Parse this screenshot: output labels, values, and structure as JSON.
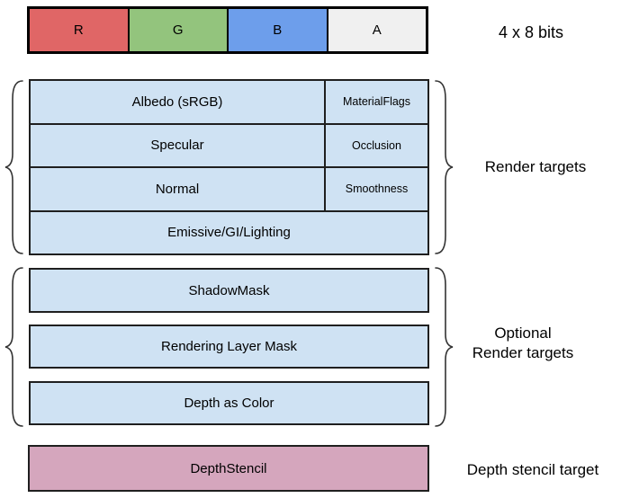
{
  "colors": {
    "red_channel": "#E06666",
    "green_channel": "#93C47D",
    "blue_channel": "#6D9EEB",
    "alpha_channel": "#F0F0F0",
    "render_target_fill": "#CFE2F3",
    "depth_stencil_fill": "#D5A6BD",
    "border": "#1f1f1f"
  },
  "bits_row": {
    "cells": [
      "R",
      "G",
      "B",
      "A"
    ],
    "label": "4 x 8 bits"
  },
  "render_targets": {
    "label": "Render targets",
    "rows": [
      {
        "main": "Albedo (sRGB)",
        "sub": "MaterialFlags"
      },
      {
        "main": "Specular",
        "sub": "Occlusion"
      },
      {
        "main": "Normal",
        "sub": "Smoothness"
      },
      {
        "main": "Emissive/GI/Lighting"
      }
    ]
  },
  "optional_targets": {
    "label_line1": "Optional",
    "label_line2": "Render targets",
    "rows": [
      "ShadowMask",
      "Rendering Layer Mask",
      "Depth as Color"
    ]
  },
  "depth_stencil": {
    "box_label": "DepthStencil",
    "label": "Depth stencil target"
  }
}
